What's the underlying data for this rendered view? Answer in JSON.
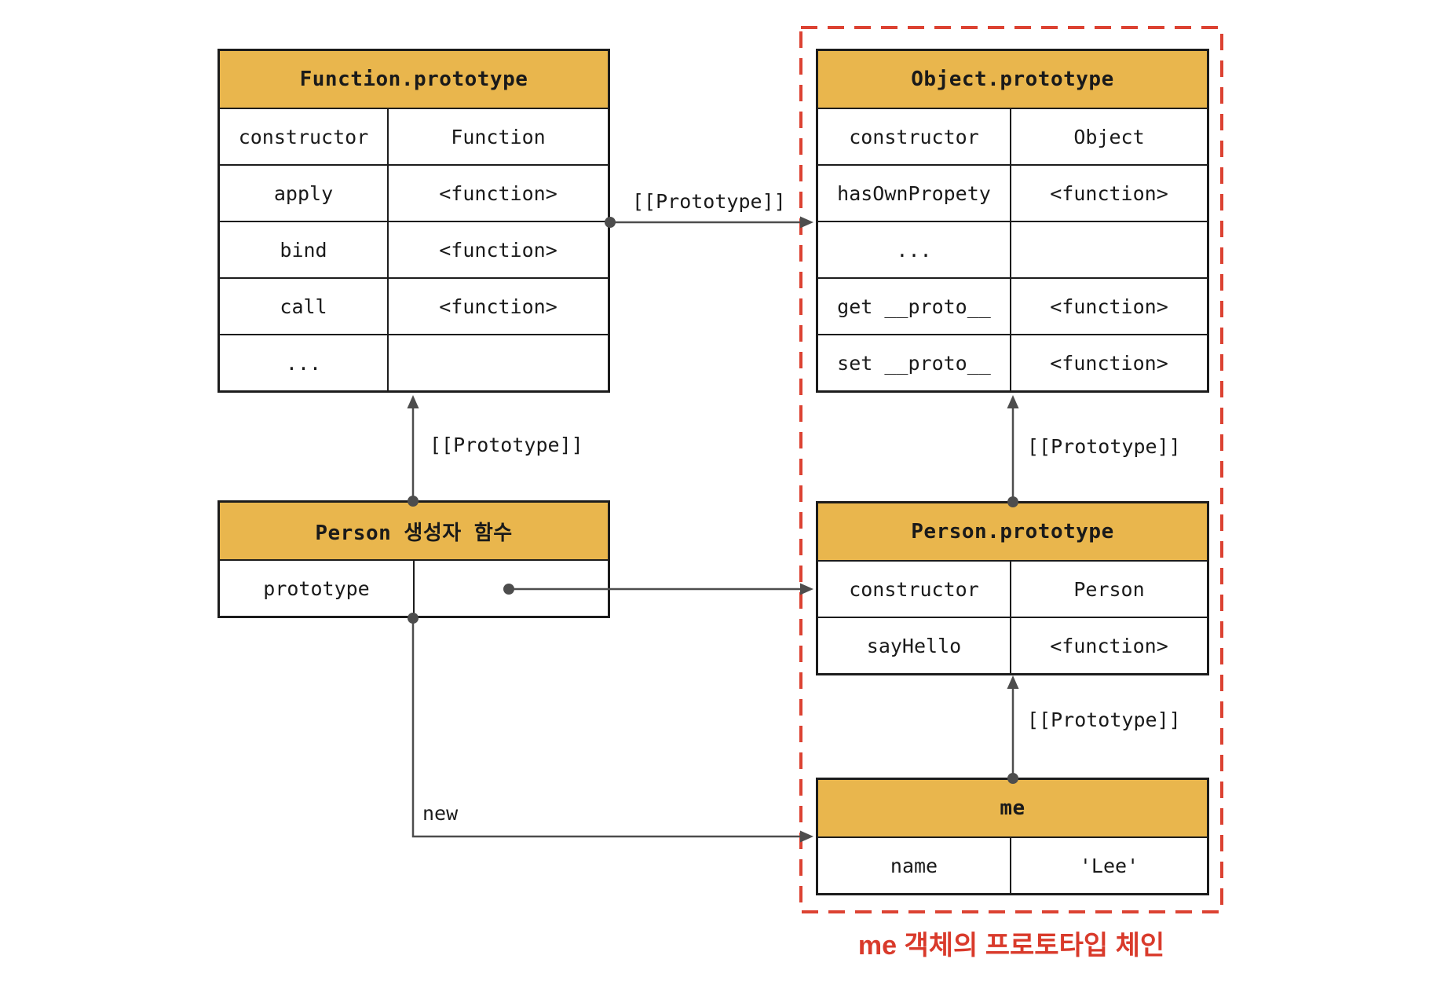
{
  "diagram": {
    "caption": "me 객체의 프로토타입 체인",
    "prototype_label": "[[Prototype]]",
    "new_label": "new",
    "colors": {
      "header_bg": "#E9B64D",
      "table_border": "#1C1C1C",
      "arrow": "#4D4D4D",
      "red_box": "#DC4232",
      "caption_red": "#D93A2B",
      "text": "#1A1A1A"
    }
  },
  "tables": {
    "function_prototype": {
      "title": "Function.prototype",
      "rows": [
        {
          "key": "constructor",
          "value": "Function"
        },
        {
          "key": "apply",
          "value": "<function>"
        },
        {
          "key": "bind",
          "value": "<function>"
        },
        {
          "key": "call",
          "value": "<function>"
        },
        {
          "key": "...",
          "value": ""
        }
      ]
    },
    "object_prototype": {
      "title": "Object.prototype",
      "rows": [
        {
          "key": "constructor",
          "value": "Object"
        },
        {
          "key": "hasOwnPropety",
          "value": "<function>"
        },
        {
          "key": "...",
          "value": ""
        },
        {
          "key": "get __proto__",
          "value": "<function>"
        },
        {
          "key": "set __proto__",
          "value": "<function>"
        }
      ]
    },
    "person_constructor": {
      "title": "Person 생성자 함수",
      "rows": [
        {
          "key": "prototype",
          "value": ""
        }
      ]
    },
    "person_prototype": {
      "title": "Person.prototype",
      "rows": [
        {
          "key": "constructor",
          "value": "Person"
        },
        {
          "key": "sayHello",
          "value": "<function>"
        }
      ]
    },
    "me_object": {
      "title": "me",
      "rows": [
        {
          "key": "name",
          "value": "'Lee'"
        }
      ]
    }
  }
}
